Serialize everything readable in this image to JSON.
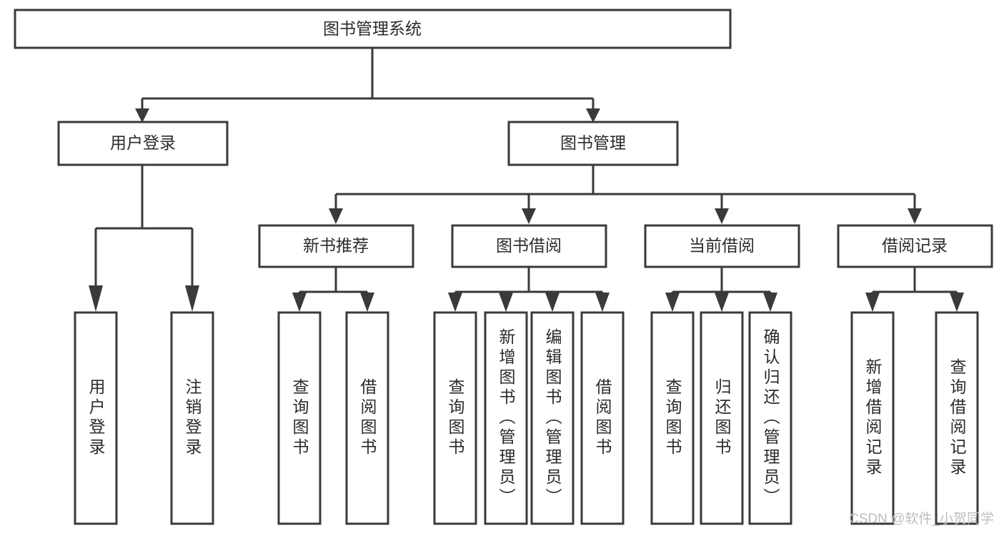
{
  "diagram": {
    "type": "tree-hierarchy-chart",
    "title": "图书管理系统",
    "orientation": "top-down",
    "colors": {
      "box_stroke": "#3a3a3a",
      "box_fill": "#ffffff",
      "connector": "#3a3a3a",
      "text": "#2b2b2b",
      "background": "#ffffff",
      "watermark": "#bdbdbd"
    },
    "levels": {
      "root": "图书管理系统",
      "level2": [
        "用户登录",
        "图书管理"
      ],
      "level3": [
        "新书推荐",
        "图书借阅",
        "当前借阅",
        "借阅记录"
      ],
      "level4": [
        "用户登录",
        "注销登录",
        "查询图书",
        "借阅图书",
        "查询图书",
        "新增图书（管理员）",
        "编辑图书（管理员）",
        "借阅图书",
        "查询图书",
        "归还图书",
        "确认归还（管理员）",
        "新增借阅记录",
        "查询借阅记录"
      ]
    },
    "nodes": {
      "root": {
        "label": "图书管理系统"
      },
      "user_login": {
        "label": "用户登录"
      },
      "book_manage": {
        "label": "图书管理"
      },
      "new_book_rec": {
        "label": "新书推荐"
      },
      "book_borrow": {
        "label": "图书借阅"
      },
      "current_borrow": {
        "label": "当前借阅"
      },
      "borrow_record": {
        "label": "借阅记录"
      },
      "leaf_user_login": {
        "label": "用户登录"
      },
      "leaf_logout": {
        "label": "注销登录"
      },
      "leaf_query_book_1": {
        "label": "查询图书"
      },
      "leaf_borrow_book_1": {
        "label": "借阅图书"
      },
      "leaf_query_book_2": {
        "label": "查询图书"
      },
      "leaf_add_book": {
        "label": "新增图书（管理员）"
      },
      "leaf_edit_book": {
        "label": "编辑图书（管理员）"
      },
      "leaf_borrow_book_2": {
        "label": "借阅图书"
      },
      "leaf_query_book_3": {
        "label": "查询图书"
      },
      "leaf_return_book": {
        "label": "归还图书"
      },
      "leaf_confirm_return": {
        "label": "确认归还（管理员）"
      },
      "leaf_add_record": {
        "label": "新增借阅记录"
      },
      "leaf_query_record": {
        "label": "查询借阅记录"
      }
    }
  },
  "watermark": {
    "text": "CSDN @软件_小贺同学"
  }
}
